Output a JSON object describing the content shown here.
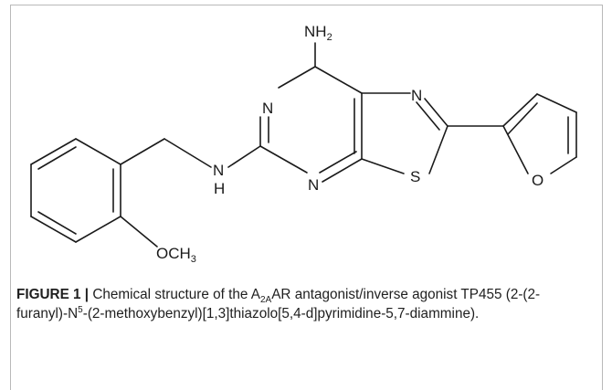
{
  "molecule": {
    "atom_labels": {
      "amine_top_N": "NH",
      "amine_top_sub": "2",
      "pyrimidine_N_upper": "N",
      "pyrimidine_N_lower": "N",
      "thiazole_N": "N",
      "thiazole_S": "S",
      "furan_O": "O",
      "linker_N": "N",
      "linker_H": "H",
      "methoxy_O": "OCH",
      "methoxy_sub": "3"
    }
  },
  "caption": {
    "figure_label": "FIGURE 1 |",
    "text_before_sub": " Chemical structure of the A",
    "sub_2a": "2A",
    "text_after_sub": "AR antagonist/inverse agonist TP455 (2-(2-furanyl)-N",
    "sup_5": "5",
    "text_end": "-(2-methoxybenzyl)[1,3]thiazolo[5,4-d]pyrimidine-5,7-diammine)."
  }
}
